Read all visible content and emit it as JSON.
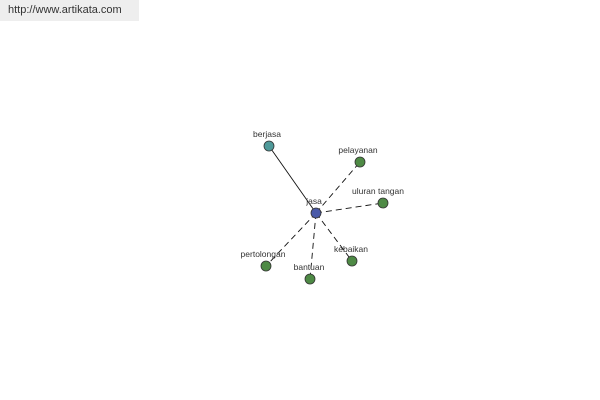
{
  "source_url": "http://www.artikata.com",
  "graph": {
    "center": {
      "label": "jasa",
      "color": "#4a5aa8"
    },
    "colors": {
      "synonym": "#4f9a9a",
      "related": "#4e8a45",
      "node_stroke": "#333333",
      "edge": "#111111"
    },
    "nodes": [
      {
        "id": "berjasa",
        "label": "berjasa",
        "type": "synonym",
        "link": "solid"
      },
      {
        "id": "pelayanan",
        "label": "pelayanan",
        "type": "related",
        "link": "dashed"
      },
      {
        "id": "uluran-tangan",
        "label": "uluran tangan",
        "type": "related",
        "link": "dashed"
      },
      {
        "id": "kebaikan",
        "label": "kebaikan",
        "type": "related",
        "link": "dashed"
      },
      {
        "id": "bantuan",
        "label": "bantuan",
        "type": "related",
        "link": "dashed"
      },
      {
        "id": "pertolongan",
        "label": "pertolongan",
        "type": "related",
        "link": "dashed"
      }
    ]
  }
}
